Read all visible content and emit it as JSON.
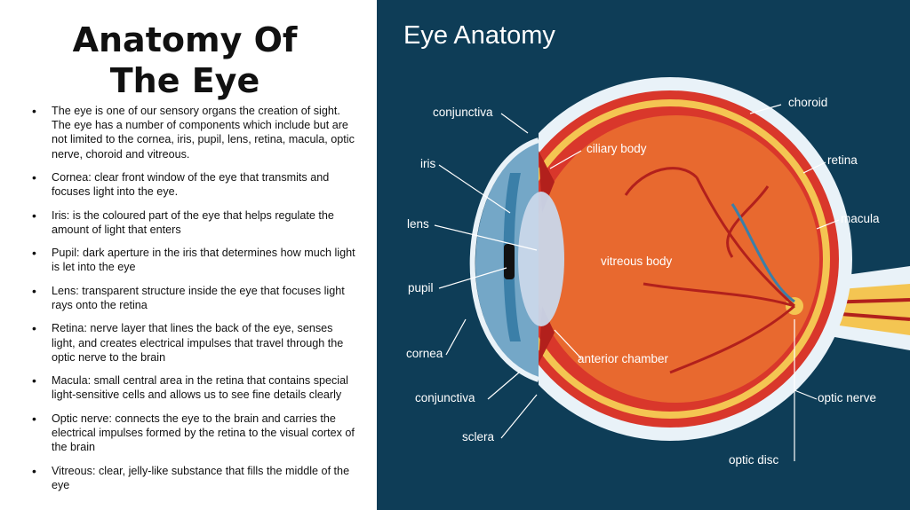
{
  "slide": {
    "title_line1": "Anatomy Of",
    "title_line2": "The Eye",
    "bullets": [
      "The eye is one of our sensory organs the creation of sight. The eye has a number of components which include but are not limited to the cornea, iris, pupil, lens, retina, macula, optic nerve, choroid and vitreous.",
      "Cornea: clear front window of the eye that transmits and focuses light into the eye.",
      "Iris: is the coloured part of the eye that helps regulate the amount of light that enters",
      "Pupil: dark aperture in the iris that determines how much light is let into the eye",
      "Lens: transparent structure inside the eye that focuses light rays onto the retina",
      "Retina: nerve layer that lines the back of the eye, senses light, and creates electrical impulses that travel through the optic nerve to the brain",
      "Macula: small central area in the retina that contains special light-sensitive cells and allows us to see fine details clearly",
      "Optic nerve: connects the eye to the brain and carries the electrical impulses formed by the retina to the visual cortex of the brain",
      "Vitreous: clear, jelly-like substance that fills the middle of the eye"
    ]
  },
  "diagram": {
    "title": "Eye Anatomy",
    "labels": {
      "conjunctiva_top": "conjunctiva",
      "iris": "iris",
      "lens": "lens",
      "pupil": "pupil",
      "cornea": "cornea",
      "conjunctiva_bottom": "conjunctiva",
      "sclera": "sclera",
      "choroid": "choroid",
      "ciliary_body": "ciliary body",
      "retina": "retina",
      "macula": "macula",
      "vitreous_body": "vitreous body",
      "anterior_chamber": "anterior chamber",
      "optic_nerve": "optic nerve",
      "optic_disc": "optic disc"
    },
    "colors": {
      "background": "#0e3d57",
      "sclera": "#e9f2f8",
      "choroid": "#d9372b",
      "retina": "#f4c552",
      "vitreous": "#e8692f",
      "iris": "#3b7fa8",
      "lens": "#c9d7ea",
      "vessel": "#b2201c"
    }
  }
}
